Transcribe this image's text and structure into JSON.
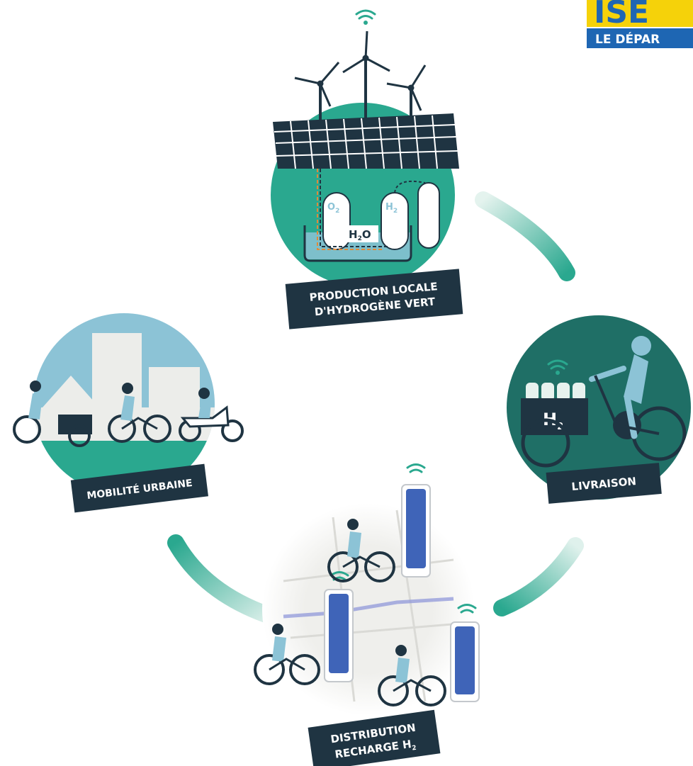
{
  "logo": {
    "word": "ISE",
    "tagline": "LE DÉPAR",
    "colors": {
      "blue": "#1e66b3",
      "yellow": "#f5d20a"
    }
  },
  "stations": {
    "production": {
      "line1": "PRODUCTION LOCALE",
      "line2": "D'HYDROGÈNE VERT"
    },
    "livraison": {
      "line1": "LIVRAISON"
    },
    "distribution": {
      "line1": "DISTRIBUTION",
      "line2": "RECHARGE H",
      "line2_sub": "2"
    },
    "mobilite": {
      "line1": "MOBILITÉ URBAINE"
    }
  },
  "chemistry": {
    "o2": "O",
    "o2_sub": "2",
    "h2": "H",
    "h2_sub": "2",
    "water": "H",
    "water_sub": "2",
    "water_end": "O",
    "cargo": "H",
    "cargo_sub": "2"
  },
  "palette": {
    "teal": "#2aa88f",
    "dark_teal": "#1f6f66",
    "navy": "#1f3442",
    "light_blue": "#8cc3d6",
    "city": "#ecedea"
  }
}
